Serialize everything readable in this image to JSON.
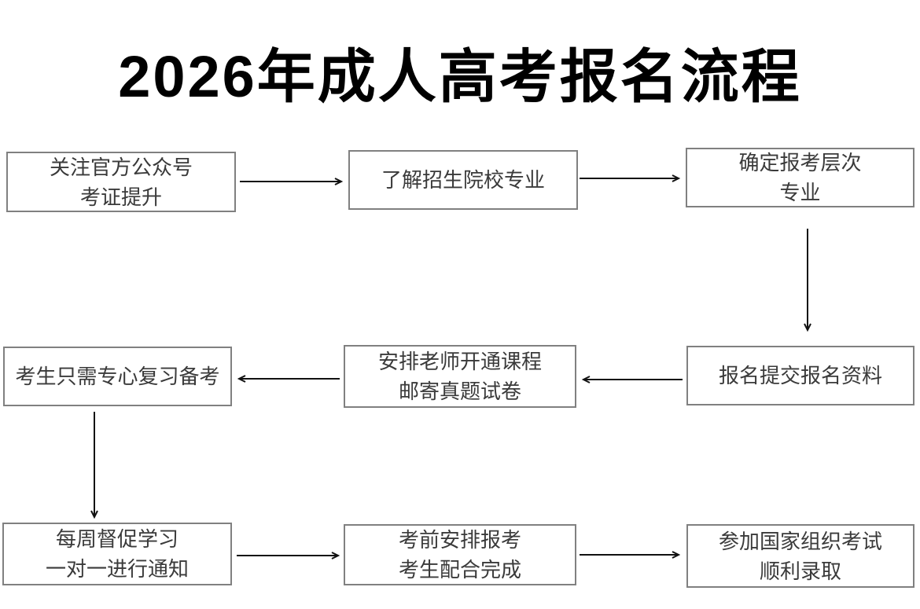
{
  "page": {
    "title": "2026年成人高考报名流程"
  },
  "flowchart": {
    "type": "flowchart",
    "nodes": [
      {
        "id": "follow-official-account",
        "lines": [
          "关注官方公众号",
          "考证提升"
        ]
      },
      {
        "id": "learn-school-majors",
        "lines": [
          "了解招生院校专业"
        ]
      },
      {
        "id": "confirm-level-major",
        "lines": [
          "确定报考层次",
          "专业"
        ]
      },
      {
        "id": "submit-materials",
        "lines": [
          "报名提交报名资料"
        ]
      },
      {
        "id": "teacher-opens-course",
        "lines": [
          "安排老师开通课程",
          "邮寄真题试卷"
        ]
      },
      {
        "id": "focus-on-review",
        "lines": [
          "考生只需专心复习备考"
        ]
      },
      {
        "id": "weekly-supervision",
        "lines": [
          "每周督促学习",
          "一对一进行通知"
        ]
      },
      {
        "id": "pre-exam-arrangement",
        "lines": [
          "考前安排报考",
          "考生配合完成"
        ]
      },
      {
        "id": "take-exam-admission",
        "lines": [
          "参加国家组织考试",
          "顺利录取"
        ]
      }
    ],
    "connections": [
      "follow-official-account -> learn-school-majors",
      "learn-school-majors -> confirm-level-major",
      "confirm-level-major -> submit-materials",
      "submit-materials -> teacher-opens-course",
      "teacher-opens-course -> focus-on-review",
      "focus-on-review -> weekly-supervision",
      "weekly-supervision -> pre-exam-arrangement",
      "pre-exam-arrangement -> take-exam-admission"
    ],
    "colors": {
      "background": "#ffffff",
      "title_text": "#000000",
      "box_border": "#808080",
      "box_text": "#3a3a3a",
      "arrow": "#111111"
    }
  }
}
